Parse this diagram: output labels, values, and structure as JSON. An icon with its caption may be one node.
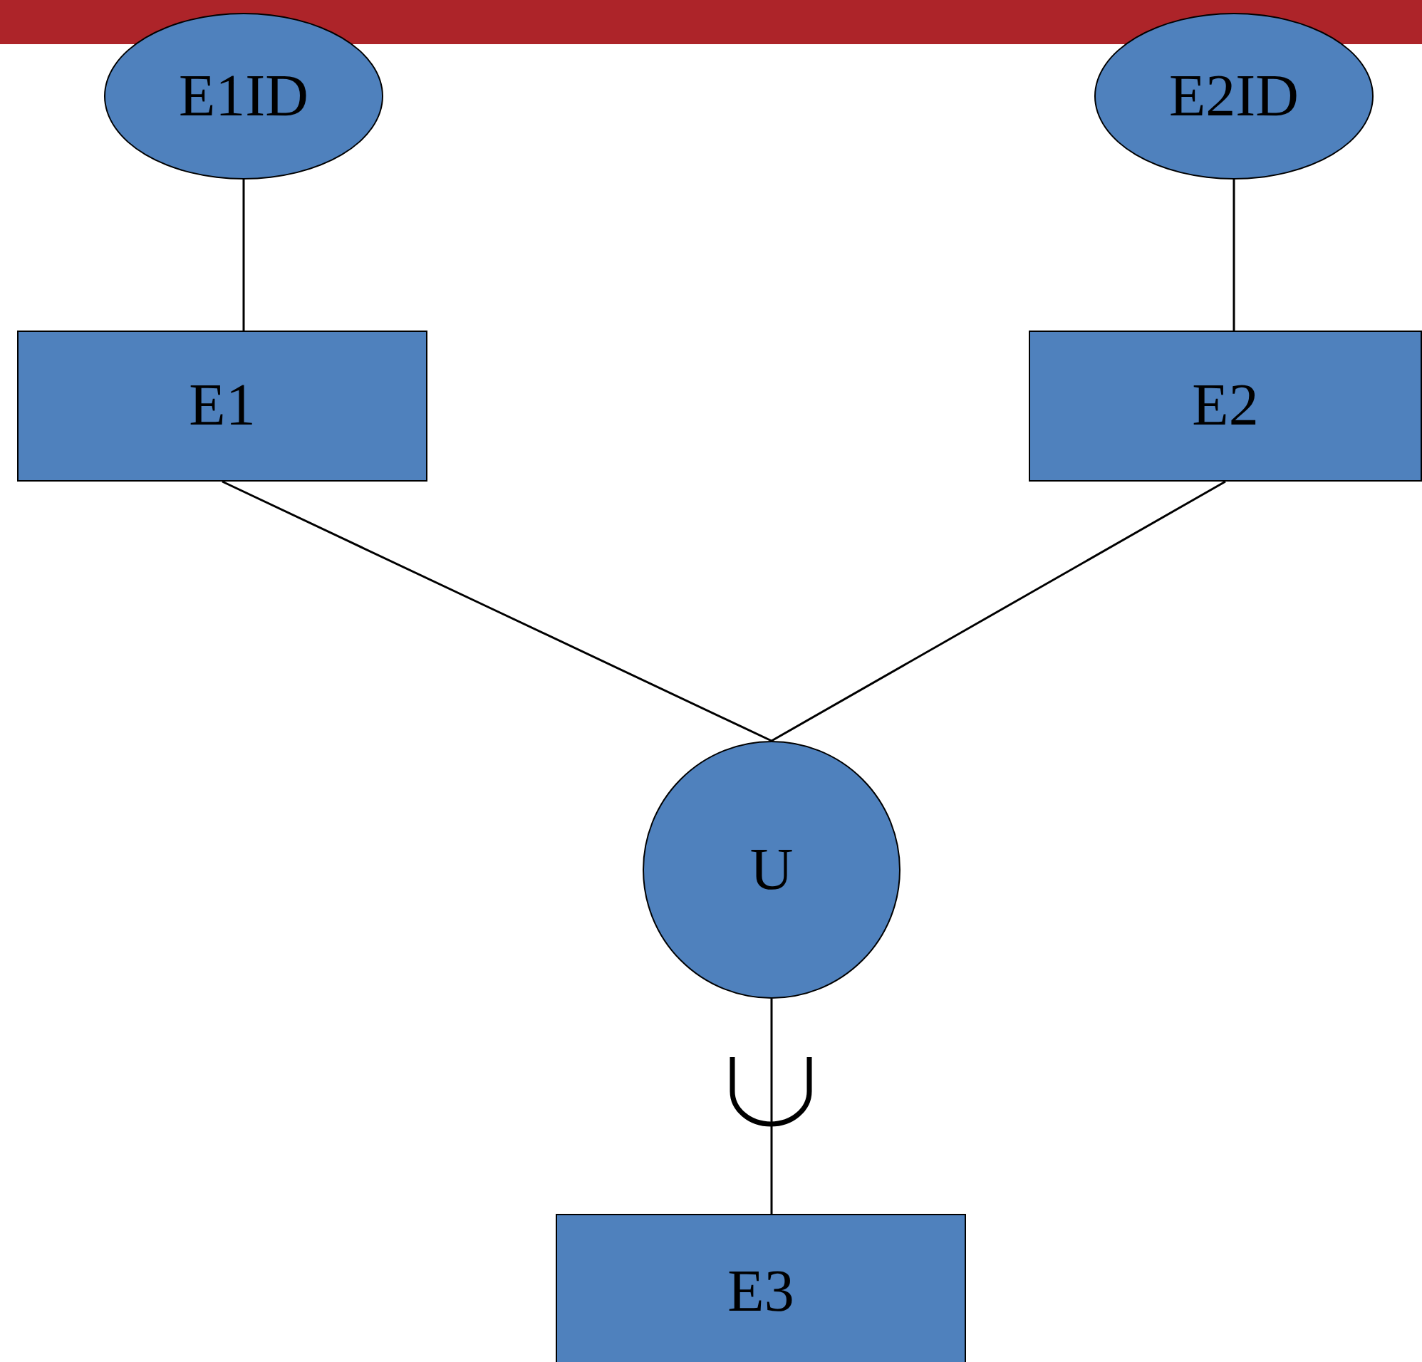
{
  "diagram": {
    "nodes": [
      {
        "text": [
          "E1ID"
        ]
      },
      {
        "text": [
          "E2ID"
        ]
      },
      {
        "text": [
          "E1"
        ]
      },
      {
        "text": [
          "E2"
        ]
      },
      {
        "text": [
          "U"
        ]
      },
      {
        "text": [
          "E3"
        ]
      }
    ],
    "edges": [
      {
        "from": 0,
        "to": 2,
        "arrow": "none"
      },
      {
        "from": 1,
        "to": 3,
        "arrow": "none"
      },
      {
        "from": 2,
        "to": 4,
        "arrow": "none"
      },
      {
        "from": 3,
        "to": 4,
        "arrow": "none"
      },
      {
        "from": 4,
        "to": 5,
        "arrow": "none"
      }
    ]
  }
}
